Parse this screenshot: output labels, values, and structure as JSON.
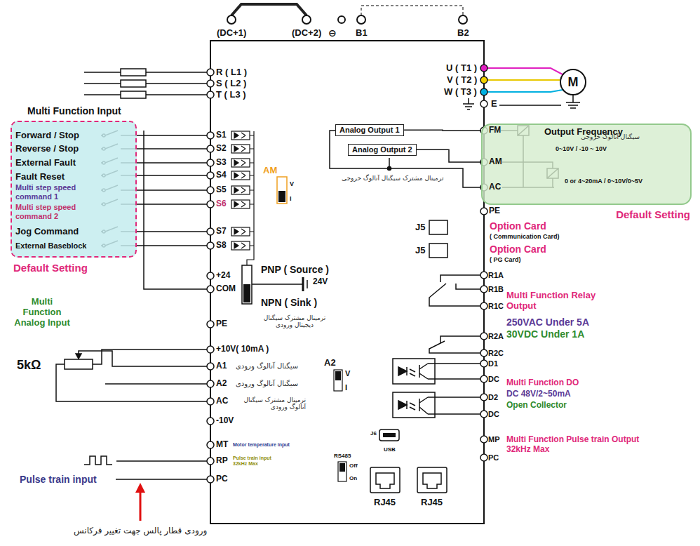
{
  "diagram": {
    "nodes": [
      {
        "text": [
          "Multi Function Input",
          "Default Setting"
        ]
      },
      {
        "text": [
          "Analog Output 1"
        ]
      },
      {
        "text": [
          "Analog Output 2"
        ]
      },
      {
        "text": [
          "Output Frequency",
          "Default Setting"
        ]
      },
      {
        "text": [
          "M"
        ]
      }
    ],
    "edges": [
      {
        "from": 1,
        "to": 3,
        "arrow": "none"
      },
      {
        "from": 2,
        "to": 3,
        "arrow": "none"
      }
    ],
    "labels": [
      "(DC+1)",
      "(DC+2)",
      "⊖",
      "B1",
      "B2",
      "R ( L1 )",
      "S ( L2 )",
      "T ( L3 )",
      "Forward / Stop",
      "Reverse / Stop",
      "External Fault",
      "Fault Reset",
      "Multi step speed command 1",
      "Multi step speed command 2",
      "Jog Command",
      "External Baseblock",
      "S1",
      "S2",
      "S3",
      "S4",
      "S5",
      "S6",
      "S7",
      "S8",
      "AM",
      "V",
      "I",
      "+24",
      "COM",
      "PNP ( Source )",
      "24V",
      "NPN ( Sink )",
      "ترمینال مشترک سیگنال دیجیتال ورودی",
      "PE",
      "+10V( 10mA )",
      "A1",
      "سیگنال آنالوگ ورودی",
      "A2",
      "سیگنال آنالوگ ورودی",
      "AC",
      "ترمینال مشترک سیگنال آنالوگ ورودی",
      "-10V",
      "MT",
      "Motor temperature input",
      "RP",
      "Pulse train input 32kHz Max",
      "PC",
      "A2",
      "V",
      "I",
      "J6",
      "USB",
      "RS485",
      "Off",
      "On",
      "RJ45",
      "RJ45",
      "Multi Function Analog Input",
      "5kΩ",
      "Pulse train input",
      "ورودی قطار پالس جهت تغییر فرکانس",
      "U ( T1 )",
      "V ( T2 )",
      "W ( T3 )",
      "E",
      "FM",
      "AM",
      "AC",
      "سیگنال آنالوگ خروجی",
      "0~10V / -10 ~ 10V",
      "0 or 4~20mA / 0~10V/0~5V",
      "ترمینال مشترک سیگنال آنالوگ خروجی",
      "PE",
      "J5",
      "Option Card",
      "( Communication Card)",
      "J5",
      "Option Card",
      "( PG Card)",
      "R1A",
      "R1B",
      "R1C",
      "Multi Function Relay Output",
      "250VAC Under 5A",
      "30VDC Under 1A",
      "R2A",
      "R2C",
      "D1",
      "DC",
      "Multi Function DO",
      "DC 48V/2~50mA",
      "Open Collector",
      "D2",
      "DC",
      "MP",
      "Multi Function Pulse train Output 32kHz Max",
      "PC"
    ]
  }
}
